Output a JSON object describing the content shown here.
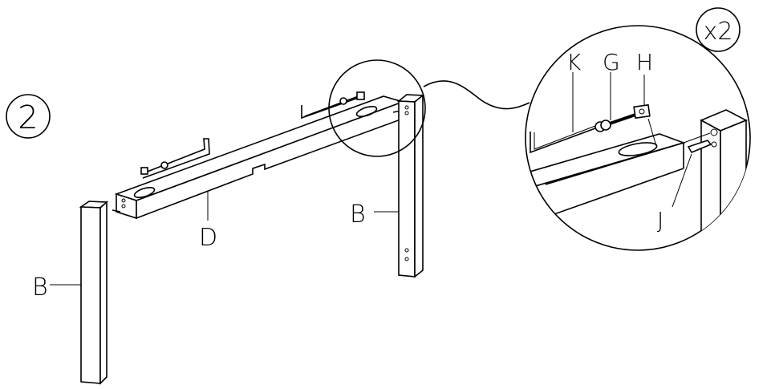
{
  "step": {
    "number": "2"
  },
  "quantity_badge": "x2",
  "labels": {
    "leg_left": "B",
    "leg_right": "B",
    "beam": "D",
    "key": "K",
    "bolt": "G",
    "bracket": "H",
    "dowel": "J"
  }
}
